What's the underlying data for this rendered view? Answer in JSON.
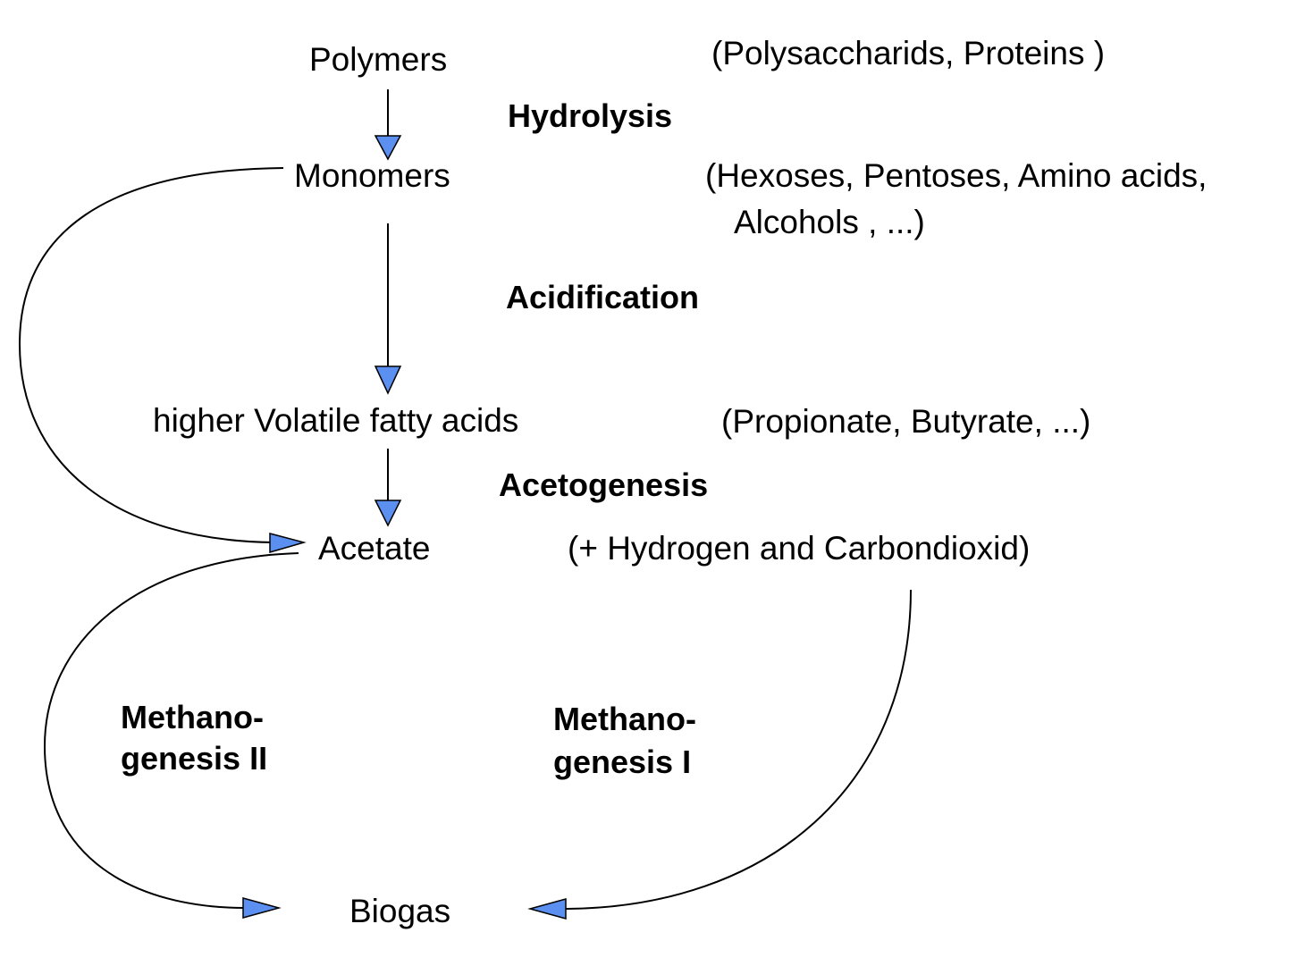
{
  "nodes": {
    "polymers": "Polymers",
    "monomers": "Monomers",
    "vfa": "higher Volatile fatty acids",
    "acetate": "Acetate",
    "biogas": "Biogas"
  },
  "notes": {
    "polymers": "(Polysaccharids, Proteins  )",
    "monomers_line1": "(Hexoses, Pentoses, Amino acids,",
    "monomers_line2": "Alcohols , ...)",
    "vfa": "(Propionate, Butyrate, ...)",
    "acetate": "(+ Hydrogen and Carbondioxid)"
  },
  "steps": {
    "hydrolysis": "Hydrolysis",
    "acidification": "Acidification",
    "acetogenesis": "Acetogenesis",
    "methanogenesis2_line1": "Methano-",
    "methanogenesis2_line2": "genesis II",
    "methanogenesis1_line1": "Methano-",
    "methanogenesis1_line2": "genesis I"
  },
  "colors": {
    "arrowhead_fill": "#5b8ff0",
    "line": "#000000"
  }
}
